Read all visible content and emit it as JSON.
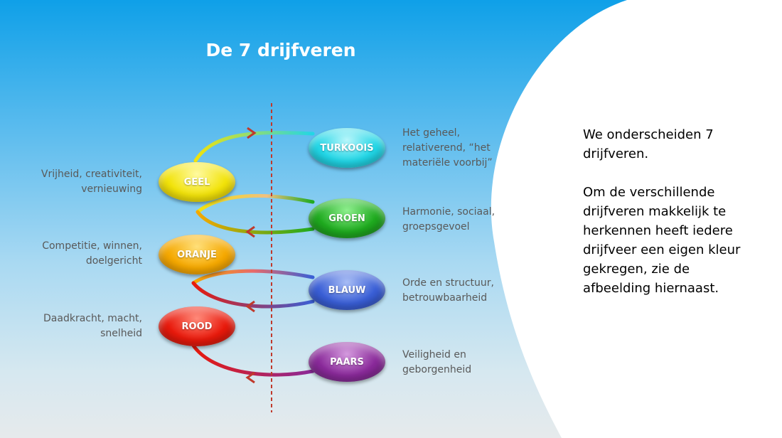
{
  "slide": {
    "title": "De 7 drijfveren",
    "drivers": [
      {
        "label": "TURKOOIS",
        "color": "#22d6e6",
        "description": "Het geheel, relativerend, “het materiële voorbij”",
        "desc_lines": [
          "Het geheel,",
          "relativerend, “het",
          "materiële voorbij”"
        ]
      },
      {
        "label": "GEEL",
        "color": "#f2e30a",
        "description": "Vrijheid, creativiteit, vernieuwing",
        "desc_lines": [
          "Vrijheid, creativiteit,",
          "vernieuwing"
        ]
      },
      {
        "label": "GROEN",
        "color": "#1faa1f",
        "description": "Harmonie, sociaal, groepsgevoel",
        "desc_lines": [
          "Harmonie, sociaal,",
          "groepsgevoel"
        ]
      },
      {
        "label": "ORANJE",
        "color": "#f5a800",
        "description": "Competitie, winnen, doelgericht",
        "desc_lines": [
          "Competitie, winnen,",
          "doelgericht"
        ]
      },
      {
        "label": "BLAUW",
        "color": "#3a5fd6",
        "description": "Orde en structuur, betrouwbaarheid",
        "desc_lines": [
          "Orde en structuur,",
          "betrouwbaarheid"
        ]
      },
      {
        "label": "ROOD",
        "color": "#e81a0c",
        "description": "Daadkracht, macht, snelheid",
        "desc_lines": [
          "Daadkracht, macht,",
          "snelheid"
        ]
      },
      {
        "label": "PAARS",
        "color": "#8a2a9a",
        "description": "Veiligheid en geborgenheid",
        "desc_lines": [
          "Veiligheid en",
          "geborgenheid"
        ]
      }
    ],
    "side_text": {
      "paragraph_1": "We onderscheiden 7 drijfveren.",
      "paragraph_1_lines": [
        "We onderscheiden 7",
        "drijfveren."
      ],
      "paragraph_2": "Om de verschillende drijfveren makkelijk te herkennen heeft iedere drijfveer een eigen kleur gekregen, zie de afbeelding hiernaast.",
      "paragraph_2_lines": [
        "Om de verschillende",
        "drijfveren makkelijk te",
        "herkennen heeft iedere",
        "drijfveer een eigen kleur",
        "gekregen, zie de",
        "afbeelding hiernaast."
      ]
    }
  }
}
